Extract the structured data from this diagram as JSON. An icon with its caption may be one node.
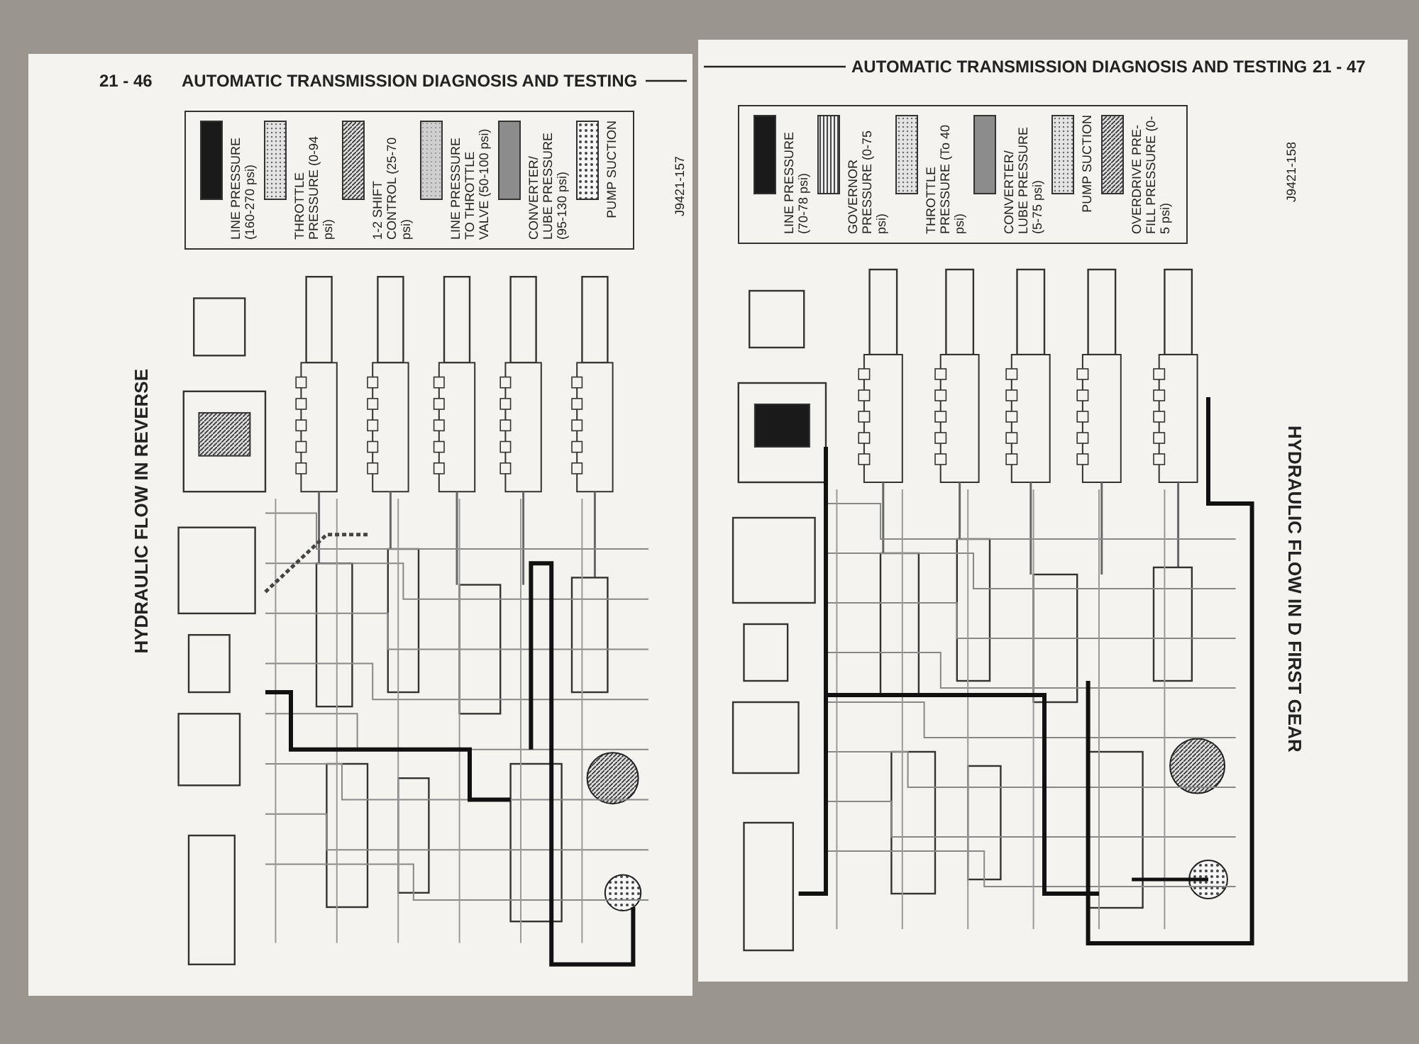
{
  "diagram": {
    "labels": [
      "21 - 46",
      "AUTOMATIC TRANSMISSION DIAGNOSIS AND TESTING",
      "J9421-157",
      "HYDRAULIC FLOW IN REVERSE",
      "AUTOMATIC TRANSMISSION DIAGNOSIS AND TESTING",
      "21 - 47",
      "J9421-158",
      "HYDRAULIC FLOW IN D FIRST GEAR"
    ],
    "legend": [
      {
        "text": "LINE PRESSURE (160-270 psi)",
        "color": "#1a1a1a"
      },
      {
        "text": "THROTTLE PRESSURE (0-94 psi)"
      },
      {
        "text": "1-2 SHIFT CONTROL (25-70 psi)"
      },
      {
        "text": "LINE PRESSURE TO THROTTLE VALVE (50-100 psi)"
      },
      {
        "text": "CONVERTER/ LUBE PRESSURE (95-130 psi)",
        "color": "#8c8c8c"
      },
      {
        "text": "PUMP SUCTION"
      },
      {
        "text": "LINE PRESSURE (70-78 psi)",
        "color": "#1a1a1a"
      },
      {
        "text": "GOVERNOR PRESSURE (0-75 psi)"
      },
      {
        "text": "THROTTLE PRESSURE (To 40 psi)"
      },
      {
        "text": "CONVERTER/ LUBE PRESSURE (5-75 psi)",
        "color": "#8c8c8c"
      },
      {
        "text": "PUMP SUCTION"
      },
      {
        "text": "OVERDRIVE PRE-FILL PRESSURE (0-5 psi)"
      }
    ]
  }
}
